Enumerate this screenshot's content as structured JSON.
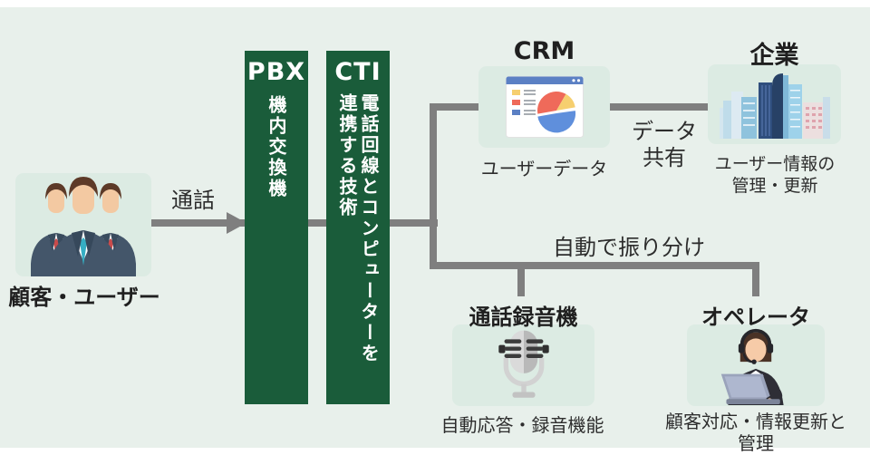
{
  "colors": {
    "page_bg": "#ffffff",
    "panel_bg": "#e8f0eb",
    "card_bg": "#dcebe3",
    "bar_green": "#1a5c3a",
    "line_gray": "#7f7f7f",
    "heading_text": "#1f1f1f",
    "body_text": "#2d2d2d",
    "bar_text": "#ffffff"
  },
  "customer": {
    "label": "顧客・ユーザー",
    "icon": "business-people-icon"
  },
  "call": {
    "label": "通話"
  },
  "pbx": {
    "title": "PBX",
    "desc": "機内交換機"
  },
  "cti": {
    "title": "CTI",
    "desc_col1": "電話回線とコンピューターを",
    "desc_col2": "連携する技術"
  },
  "crm": {
    "title": "CRM",
    "caption": "ユーザーデータ",
    "icon": "browser-pie-chart-icon"
  },
  "data_share": {
    "line1": "データ",
    "line2": "共有"
  },
  "enterprise": {
    "title": "企業",
    "caption_line1": "ユーザー情報の",
    "caption_line2": "管理・更新",
    "icon": "city-buildings-icon"
  },
  "auto_route": {
    "label": "自動で振り分け"
  },
  "recorder": {
    "title": "通話録音機",
    "caption": "自動応答・録音機能",
    "icon": "microphone-icon"
  },
  "operator": {
    "title": "オペレータ",
    "caption_line1": "顧客対応・情報更新と",
    "caption_line2": "管理",
    "icon": "call-operator-icon"
  }
}
